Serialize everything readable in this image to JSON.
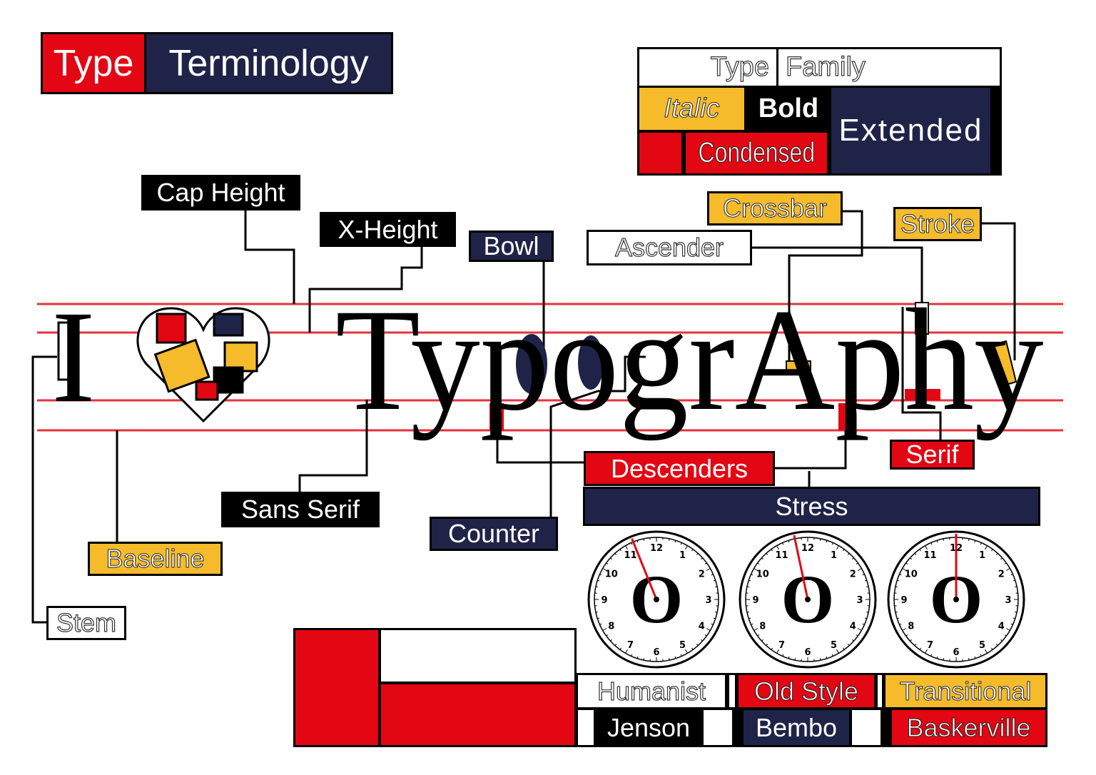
{
  "title": {
    "word1": "Type",
    "word2": "Terminology"
  },
  "type_family": {
    "type": "Type",
    "family": "Family",
    "italic": "Italic",
    "bold": "Bold",
    "extended": "Extended",
    "condensed": "Condensed"
  },
  "labels": {
    "cap_height": "Cap Height",
    "x_height": "X-Height",
    "bowl": "Bowl",
    "ascender": "Ascender",
    "crossbar": "Crossbar",
    "stroke": "Stroke",
    "serif": "Serif",
    "descenders": "Descenders",
    "stress": "Stress",
    "counter": "Counter",
    "sans_serif": "Sans Serif",
    "baseline": "Baseline",
    "stem": "Stem"
  },
  "specimen": {
    "i": "I",
    "word": "TypogrAphy",
    "clock_letter": "O"
  },
  "clock_numbers": [
    "12",
    "1",
    "2",
    "3",
    "4",
    "5",
    "6",
    "7",
    "8",
    "9",
    "10",
    "11"
  ],
  "styles": {
    "humanist": "Humanist",
    "old_style": "Old Style",
    "transitional": "Transitional",
    "jenson": "Jenson",
    "bembo": "Bembo",
    "baskerville": "Baskerville"
  },
  "colors": {
    "red": "#e30613",
    "navy": "#1f2347",
    "yellow": "#f6bb2a",
    "black": "#000000"
  }
}
